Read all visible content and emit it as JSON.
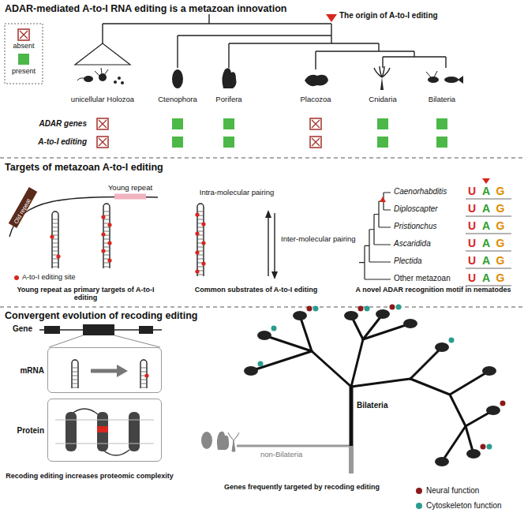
{
  "diagram": {
    "nodes": [
      {
        "text": [
          "mRNA"
        ]
      },
      {
        "text": [
          "Protein"
        ]
      }
    ],
    "labels": [
      "ADAR-mediated A-to-I RNA editing is a metazoan innovation",
      "The origin of A-to-I editing",
      "unicellular Holozoa",
      "Ctenophora",
      "Porifera",
      "Placozoa",
      "Cnidaria",
      "Bilateria",
      "ADAR genes",
      "A-to-I editing",
      "Targets of metazoan A-to-I editing",
      "Young repeat",
      "Old repeat",
      "A-to-I editing site",
      "Young repeat as primary targets of A-to-I editing",
      "Intra-molecular pairing",
      "Inter-molecular pairing",
      "Common substrates of A-to-I editing",
      "Caenorhabditis",
      "Diploscapter",
      "Pristionchus",
      "Ascaridida",
      "Plectida",
      "Other metazoan",
      "A novel ADAR recognition motif in nematodes",
      "Convergent evolution of recoding editing",
      "Gene",
      "Recoding editing increases proteomic complexity",
      "Bilateria",
      "non-Bilateria",
      "Genes frequently targeted by recoding editing",
      "U",
      "A",
      "G",
      "U",
      "A",
      "G",
      "U",
      "A",
      "G",
      "U",
      "A",
      "G",
      "U",
      "A",
      "G",
      "U",
      "A",
      "G"
    ],
    "legend": [
      {
        "text": "absent"
      },
      {
        "text": "present",
        "color": "#4cb848"
      },
      {
        "text": "Neural function",
        "color": "#8b1a1a"
      },
      {
        "text": "Cytoskeleton function",
        "color": "#2a9d8f"
      }
    ]
  }
}
